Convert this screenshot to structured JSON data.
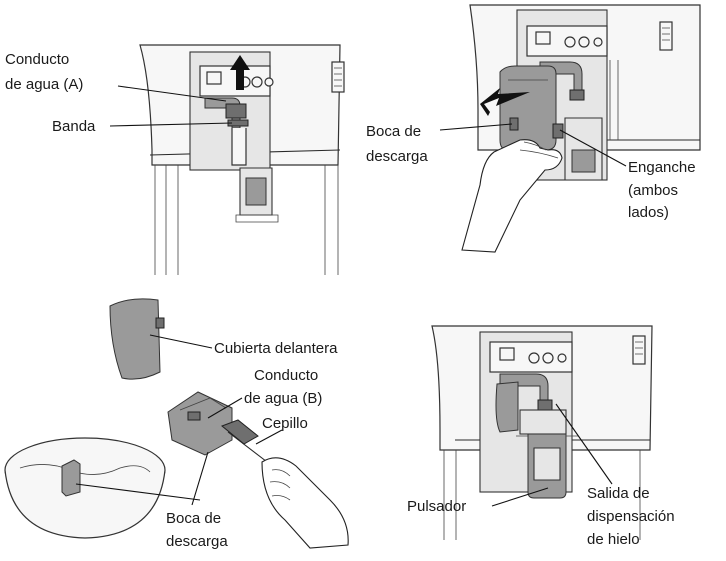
{
  "panel_top_left": {
    "conducto_a_line1": "Conducto",
    "conducto_a_line2": "de agua (A)",
    "banda": "Banda"
  },
  "panel_top_right": {
    "boca_line1": "Boca de",
    "boca_line2": "descarga",
    "enganche_line1": "Enganche",
    "enganche_line2": "(ambos",
    "enganche_line3": "lados)"
  },
  "panel_bottom_left": {
    "cubierta": "Cubierta delantera",
    "conducto_b_line1": "Conducto",
    "conducto_b_line2": "de agua (B)",
    "cepillo": "Cepillo",
    "boca_line1": "Boca de",
    "boca_line2": "descarga"
  },
  "panel_bottom_right": {
    "pulsador": "Pulsador",
    "salida_line1": "Salida de",
    "salida_line2": "dispensación",
    "salida_line3": "de hielo"
  }
}
